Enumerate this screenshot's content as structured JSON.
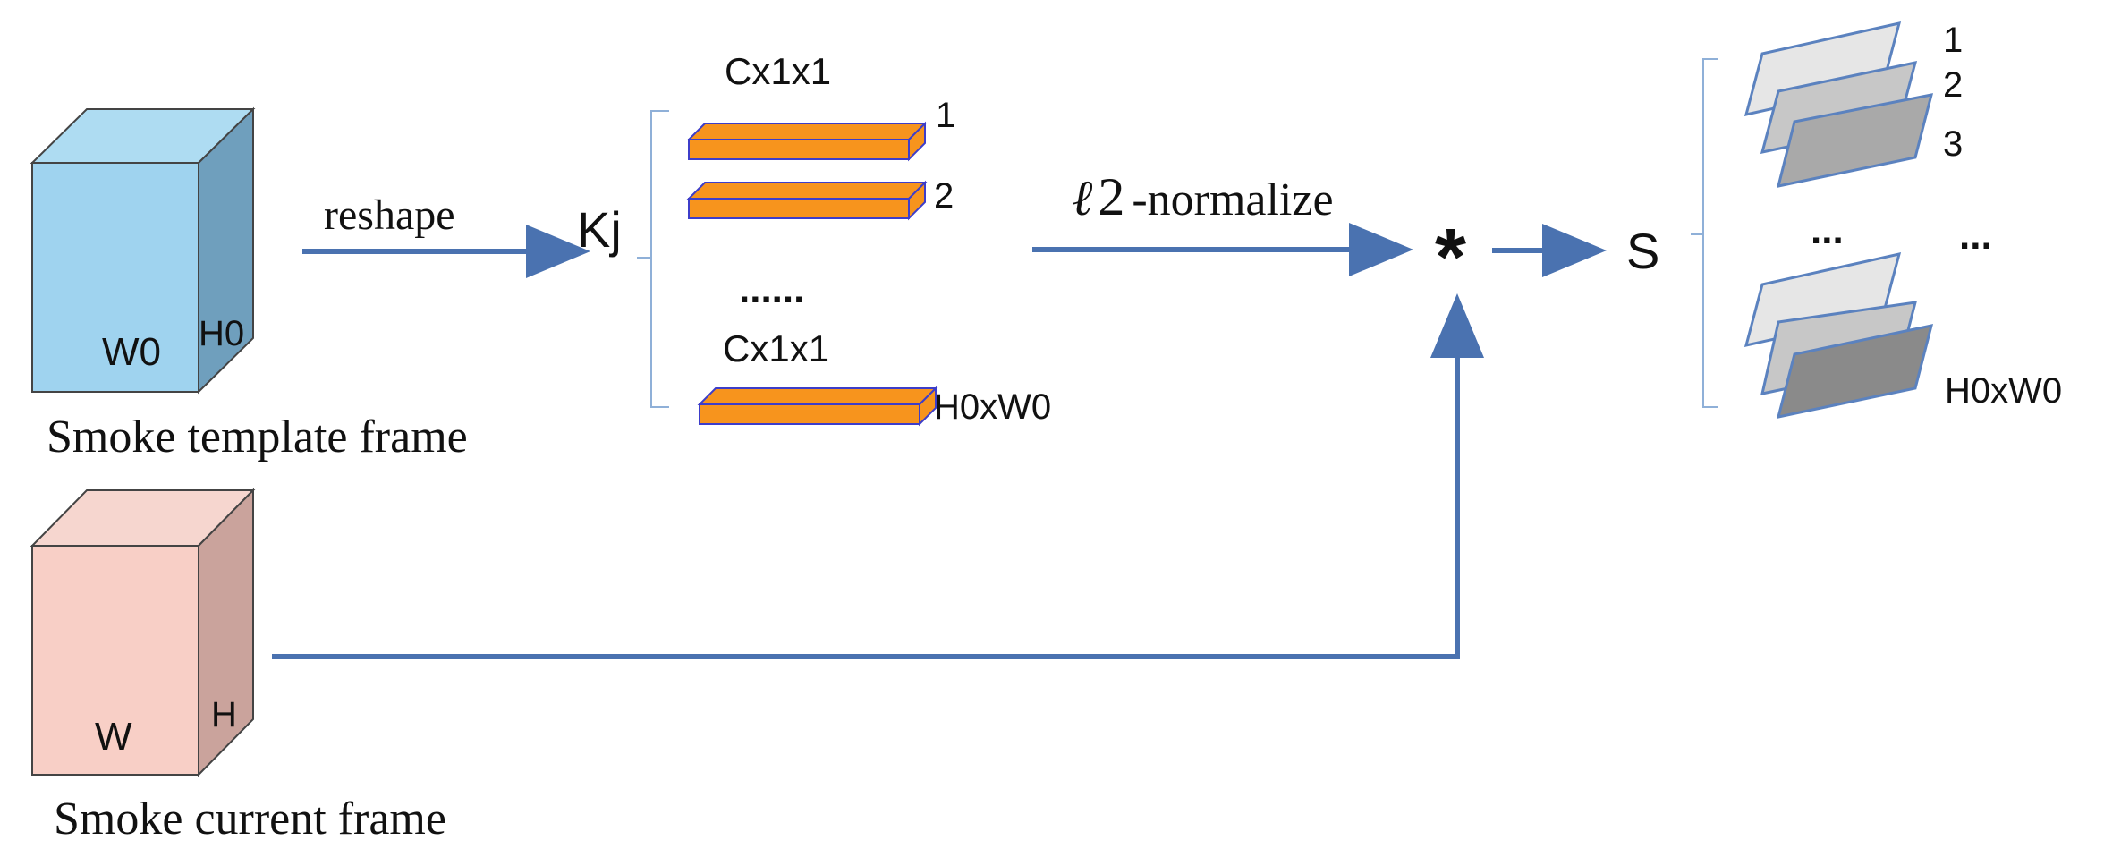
{
  "template_block": {
    "caption": "Smoke template frame",
    "width_label": "W0",
    "height_label": "H0",
    "colors": {
      "front": "#9fd3ef",
      "top": "#aedcf2",
      "side": "#6f9fbd"
    }
  },
  "current_block": {
    "caption": "Smoke current frame",
    "width_label": "W",
    "height_label": "H",
    "colors": {
      "front": "#f8cfc6",
      "top": "#f6d6cf",
      "side": "#caa39c"
    }
  },
  "reshape_label": "reshape",
  "kernel_set": {
    "label": "Kj",
    "top_dim_label": "Cx1x1",
    "bottom_dim_label": "Cx1x1",
    "ellipsis": "......",
    "index_labels": [
      "1",
      "2",
      "H0xW0"
    ],
    "bar_color": "#f7941d",
    "bar_edge_color": "#3d3dc9"
  },
  "normalize": {
    "symbol": "ℓ",
    "number": "2",
    "label": "-normalize"
  },
  "operator_symbol": "*",
  "output_set": {
    "label": "S",
    "index_labels": [
      "1",
      "2",
      "3",
      "H0xW0"
    ],
    "ellipsis_left": "...",
    "ellipsis_right": "...",
    "sheet_colors": [
      "#e6e6e6",
      "#c7c7c7",
      "#a9a9a9",
      "#8a8a8a"
    ]
  },
  "arrow_color": "#4a72b0"
}
